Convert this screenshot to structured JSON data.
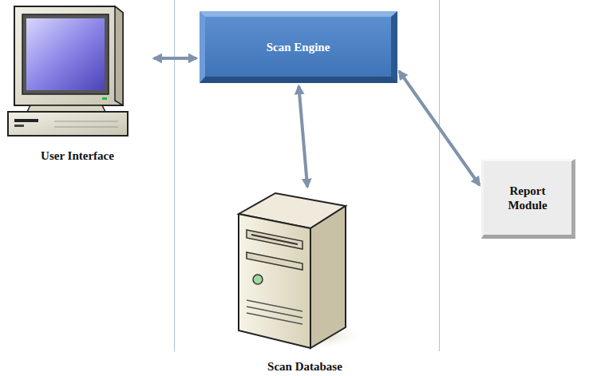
{
  "diagram": {
    "nodes": [
      {
        "text": [
          "Scan Engine"
        ]
      },
      {
        "text": [
          "User Interface"
        ]
      },
      {
        "text": [
          "Report Module"
        ]
      },
      {
        "text": [
          "Scan Database"
        ]
      }
    ],
    "edges": [
      {
        "from": 1,
        "to": 0,
        "arrow": "both"
      },
      {
        "from": 0,
        "to": 3,
        "arrow": "both"
      },
      {
        "from": 0,
        "to": 2,
        "arrow": "both"
      }
    ]
  }
}
